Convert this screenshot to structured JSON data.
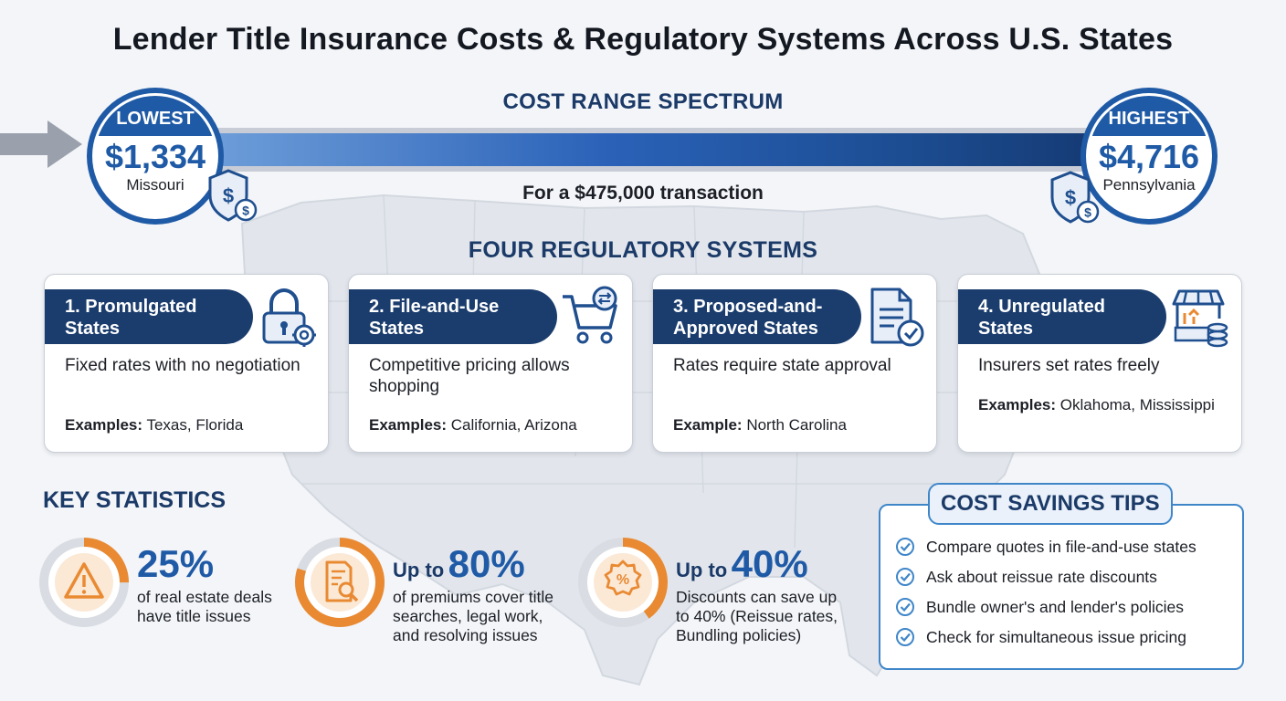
{
  "title": "Lender Title Insurance Costs & Regulatory Systems Across U.S. States",
  "spectrum": {
    "title": "COST RANGE SPECTRUM",
    "subtitle": "For a $475,000 transaction",
    "lowest": {
      "label": "LOWEST",
      "amount": "$1,334",
      "state": "Missouri"
    },
    "highest": {
      "label": "HIGHEST",
      "amount": "$4,716",
      "state": "Pennsylvania"
    }
  },
  "regulatory": {
    "title": "FOUR REGULATORY SYSTEMS",
    "systems": [
      {
        "name_line1": "1. Promulgated",
        "name_line2": "States",
        "description": "Fixed rates with no negotiation",
        "examples_label": "Examples:",
        "examples": "Texas, Florida",
        "icon": "lock-gear-icon"
      },
      {
        "name_line1": "2. File-and-Use",
        "name_line2": "States",
        "description": "Competitive pricing allows shopping",
        "examples_label": "Examples:",
        "examples": "California, Arizona",
        "icon": "shopping-cart-icon"
      },
      {
        "name_line1": "3. Proposed-and-",
        "name_line2": "Approved States",
        "description": "Rates require state approval",
        "examples_label": "Example:",
        "examples": "North Carolina",
        "icon": "approved-document-icon"
      },
      {
        "name_line1": "4. Unregulated",
        "name_line2": "States",
        "description": "Insurers set rates freely",
        "examples_label": "Examples:",
        "examples": "Oklahoma, Mississippi",
        "icon": "market-stall-icon"
      }
    ]
  },
  "statistics": {
    "title": "KEY STATISTICS",
    "items": [
      {
        "prefix": "",
        "value": "25%",
        "fraction": 0.25,
        "line1": "of real estate deals",
        "line2": "have title issues",
        "line3": "",
        "icon": "warning-icon"
      },
      {
        "prefix": "Up to",
        "value": "80%",
        "fraction": 0.8,
        "line1": "of premiums cover title",
        "line2": "searches, legal work,",
        "line3": "and resolving issues",
        "icon": "document-search-icon"
      },
      {
        "prefix": "Up to",
        "value": "40%",
        "fraction": 0.4,
        "line1": "Discounts can save up",
        "line2": "to 40% (Reissue rates,",
        "line3": "Bundling policies)",
        "icon": "discount-tag-icon"
      }
    ]
  },
  "tips": {
    "title": "COST SAVINGS TIPS",
    "items": [
      "Compare quotes in file-and-use states",
      "Ask about reissue rate discounts",
      "Bundle owner's and lender's policies",
      "Check for simultaneous issue pricing"
    ]
  },
  "colors": {
    "navy": "#1b3d6e",
    "blue": "#1f5aa6",
    "orange": "#e98a33",
    "tips_border": "#3f86c9"
  }
}
